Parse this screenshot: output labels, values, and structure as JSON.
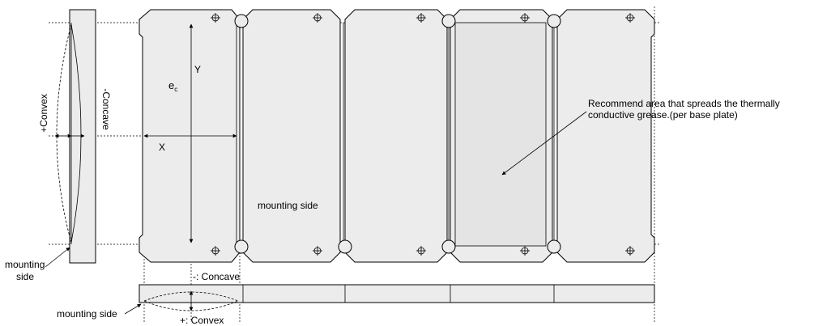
{
  "labels": {
    "y_axis": "Y",
    "x_axis": "X",
    "ec_main": "e",
    "ec_sub": "c",
    "plus_convex_vertical": "+Convex",
    "minus_concave_vertical": "-Concave",
    "mounting_side_center": "mounting side",
    "mounting_side_left_line1": "mounting",
    "mounting_side_left_line2": "side",
    "recommend_line1": "Recommend area that spreads the thermally",
    "recommend_line2": "conductive grease.(per base plate)",
    "minus_concave_bottom": "-: Concave",
    "plus_convex_bottom": "+: Convex",
    "mounting_side_bottom": "mounting side"
  },
  "structure": {
    "base_plate_count": 5,
    "grease_area_plate_index": 4
  }
}
